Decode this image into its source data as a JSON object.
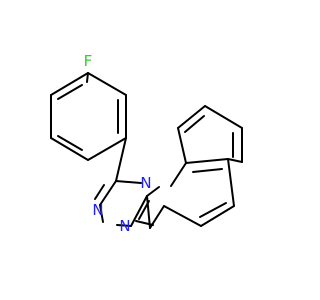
{
  "molecule": {
    "atoms": {
      "fluorine": {
        "symbol": "F",
        "color": "#33cc33"
      },
      "n_bridge": {
        "symbol": "N",
        "color": "#1f1fff"
      },
      "n_left": {
        "symbol": "N",
        "color": "#1f1fff"
      },
      "n_bottom": {
        "symbol": "N",
        "color": "#1f1fff"
      }
    },
    "bond_color": "#000000"
  }
}
